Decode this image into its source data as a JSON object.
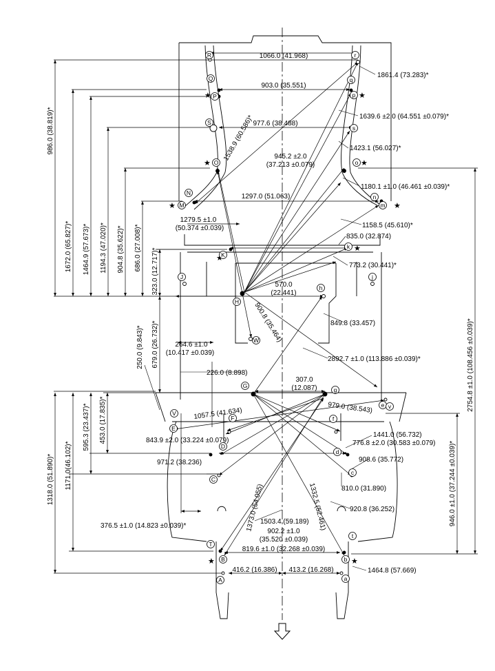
{
  "dimensions": {
    "d1066": "1066.0 (41.968)",
    "d1861": "1861.4 (73.283)*",
    "d903": "903.0 (35.551)",
    "d1639": "1639.6 ±2.0 (64.551 ±0.079)*",
    "d977": "977.6 (38.488)",
    "d1423": "1423.1 (56.027)*",
    "d1538": "1538.9 (60.586)*",
    "d945a": "945.2 ±2.0",
    "d945b": "(37.213 ±0.079)",
    "d1180": "1180.1 ±1.0 (46.461 ±0.039)*",
    "d1297": "1297.0 (51.063)",
    "d1279a": "1279.5 ±1.0",
    "d1279b": "(50.374 ±0.039)",
    "d1158": "1158.5 (45.610)*",
    "d835": "835.0 (32.874)",
    "d773": "773.2 (30.441)*",
    "d570a": "570.0",
    "d570b": "(22.441)",
    "d900": "900.8 (35.464)",
    "d849": "849.8 (33.457)",
    "d264a": "264.6 ±1.0",
    "d264b": "(10.417 ±0.039)",
    "d2892": "2892.7 ±1.0 (113.886 ±0.039)*",
    "d226": "226.0 (8.898)",
    "d307a": "307.0",
    "d307b": "(12.087)",
    "d1057": "1057.5 (41.634)",
    "d979": "979.0 (38.543)",
    "d1441": "1441.0 (56.732)",
    "d843": "843.9 ±2.0 (33.224 ±0.079)",
    "d776": "776.8 ±2.0 (30.583 ±0.079)",
    "d971": "971.2 (38.236)",
    "d908": "908.6 (35.772)",
    "d810": "810.0 (31.890)",
    "d920": "920.8 (36.252)",
    "d1373": "1373.0 (54.055)",
    "d1332": "1332.5 (52.461)",
    "d1503": "1503.4 (59.189)",
    "d376": "376.5 ±1.0 (14.823 ±0.039)*",
    "d902a": "902.2 ±1.0",
    "d902b": "(35.520 ±0.039)",
    "d819": "819.6 ±1.0 (32.268 ±0.039)",
    "d416": "416.2 (16.386)",
    "d413": "413.2 (16.268)",
    "d1464r": "1464.8 (57.669)",
    "v986": "986.0 (38.819)*",
    "v1672": "1672.0 (65.827)*",
    "v1464": "1464.9 (57.673)*",
    "v1194": "1194.3 (47.020)*",
    "v904": "904.8 (35.622)*",
    "v686": "686.0 (27.008)*",
    "v323": "323.0 (12.717)*",
    "v250": "250.0 (9.843)*",
    "v679": "679.0 (26.732)*",
    "v453": "453.0 (17.835)*",
    "v595": "595.3 (23.437)*",
    "v1171": "1171.0(46.102)*",
    "v1318": "1318.0 (51.890)*",
    "v2754": "2754.8 ±1.0 (108.456 ±0.039)*",
    "v946": "946.0 ±1.0 (37.244 ±0.039)*"
  },
  "points": {
    "R": "R",
    "Q": "Q",
    "P": "P",
    "S": "S",
    "O": "O",
    "N": "N",
    "M": "M",
    "K": "K",
    "J": "J",
    "H": "H",
    "W": "W",
    "G": "G",
    "F": "F",
    "E": "E",
    "V": "V",
    "D": "D",
    "C": "C",
    "T": "T",
    "B": "B",
    "A": "A",
    "r": "r",
    "q": "q",
    "p": "p",
    "s": "s",
    "o": "o",
    "n": "n",
    "m": "m",
    "k": "k",
    "j": "j",
    "h": "h",
    "g": "g",
    "f": "f",
    "e": "e",
    "v": "v",
    "d": "d",
    "c": "c",
    "t": "t",
    "b": "b",
    "a": "a"
  }
}
